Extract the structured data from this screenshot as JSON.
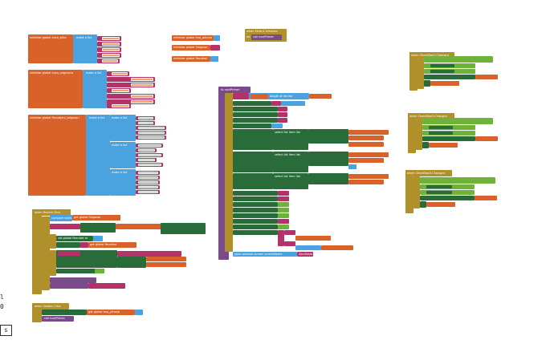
{
  "side_chars": [
    "l",
    "0"
  ],
  "side_button": "s",
  "blocks": {
    "init_lista_slika": "initialize global Lista_slika",
    "make_list": "make a list",
    "init_broj_pitanja": "initialize global broj_pitanja",
    "init_odgovor": "initialize global Odgovor",
    "init_rezultat": "initialize global Rezultat",
    "init_lista_odgovora": "initialize global Lista_odgovora",
    "init_ponudjeni": "initialize global Ponudjeni_odgovori",
    "when_screen_init": "when Ekran1.Initialize",
    "call_noviprimer": "call noviPrimer",
    "to_noviprimer": "to noviPrimer",
    "when_checkbox1": "when CheckBox1.Changed",
    "when_checkbox2": "when CheckBox2.Changed",
    "when_checkbox3": "when CheckBox3.Changed",
    "when_potvrdi_click": "when Potvrdi.Click",
    "when_sledeci_click": "when Sledeci.Click",
    "compare_texts": "compare texts",
    "get_global_odgovor": "get global Odgovor",
    "get_global_rezultat": "get global Rezultat",
    "get_global_broj_pitanja": "get global broj_pitanja",
    "select_list_item": "select list item list",
    "index": "index",
    "set_to": "set global Rezultat to",
    "do": "do",
    "then": "then",
    "else": "else",
    "if": "if",
    "true": "true",
    "false": "false",
    "length_of_list": "length of list list",
    "open_another_screen": "open another screen screenName",
    "zavrsetak": "Završetak"
  }
}
